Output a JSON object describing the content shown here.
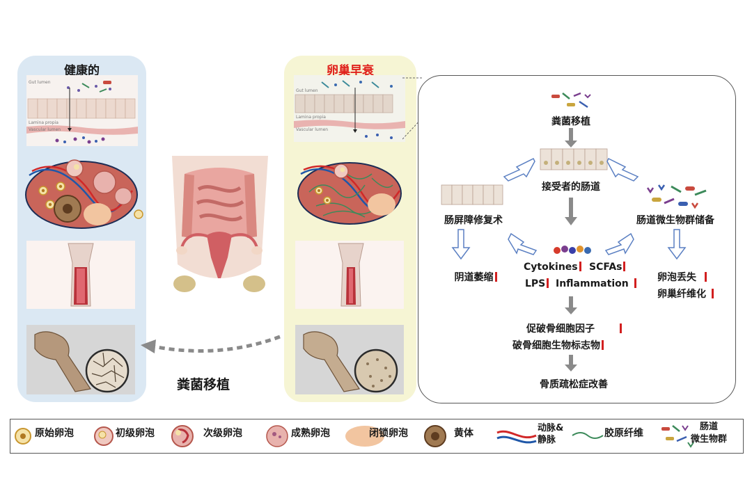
{
  "panels": {
    "healthy": {
      "title": "健康的"
    },
    "poi": {
      "title": "卵巢早衰",
      "title_color": "#e0201b"
    }
  },
  "intestine_labels": {
    "gut": "Gut lumen",
    "lamina": "Lamina propia",
    "vascular": "Vascular lumen"
  },
  "transplant_label": "粪菌移植",
  "mechanism": {
    "transplant": "粪菌移植",
    "recipient_gut": "接受者的肠道",
    "barrier_repair": "肠屏障修复术",
    "microbiota_reserve": "肠道微生物群储备",
    "vaginal_atrophy": "阴道萎缩",
    "cytokines": "Cytokines",
    "scfas": "SCFAs",
    "lps": "LPS",
    "inflammation": "Inflammation",
    "follicle_loss": "卵泡丢失",
    "ovarian_fibrosis": "卵巢纤维化",
    "osteoclast_factor": "促破骨细胞因子",
    "osteoclast_marker": "破骨细胞生物标志物",
    "osteoporosis": "骨质疏松症改善"
  },
  "legend": {
    "primordial": "原始卵泡",
    "primary": "初级卵泡",
    "secondary": "次级卵泡",
    "mature": "成熟卵泡",
    "atretic": "闭锁卵泡",
    "corpus_luteum": "黄体",
    "artery_vein": "动脉&\n静脉",
    "collagen": "胶原纤维",
    "gut_microbiota": "肠道\n微生物群"
  },
  "colors": {
    "decrease_mark": "#d21f1f",
    "arrow": "#8a8a8a",
    "ovary": "#c9655a"
  }
}
